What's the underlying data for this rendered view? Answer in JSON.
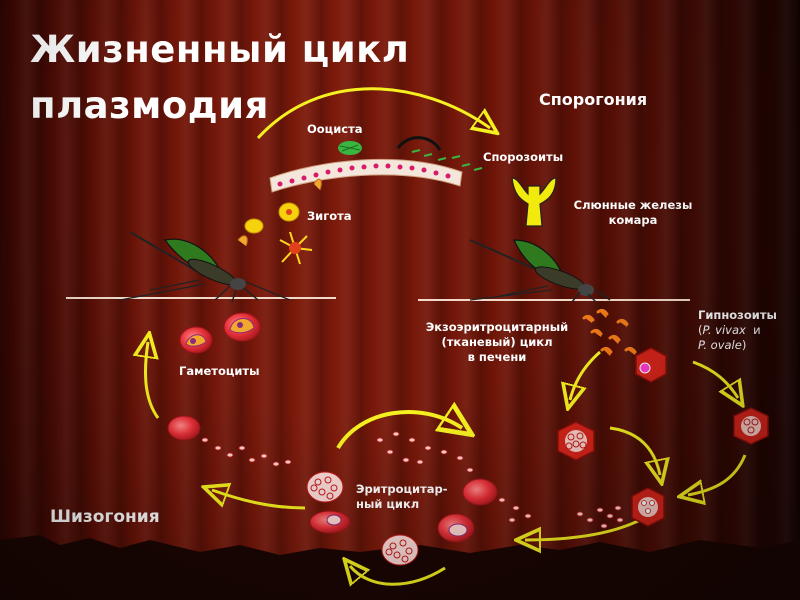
{
  "title": {
    "line1": "Жизненный цикл",
    "line2": "плазмодия"
  },
  "labels": {
    "sporogony": "Спорогония",
    "oocyst": "Ооциста",
    "sporozoites": "Спорозоиты",
    "zygote": "Зигота",
    "salivary_line1": "Слюнные железы",
    "salivary_line2": "комара",
    "exo_line1": "Экзоэритроцитарный",
    "exo_line2": "(тканевый) цикл",
    "exo_line3": "в печени",
    "hypno_line1": "Гипнозоиты",
    "hypno_pv": "P. vivax",
    "hypno_and": "и",
    "hypno_po": "P. ovale",
    "gametocytes": "Гаметоциты",
    "erythro_line1": "Эритроцитар-",
    "erythro_line2": "ный цикл",
    "schizogony": "Шизогония"
  },
  "colors": {
    "arrow": "#f5f020",
    "label_text": "#ffffff",
    "rbc": "#e8323a",
    "hepatocyte": "#d4241a",
    "mosquito_wing": "#2f7a1e",
    "gland": "#f2ea0c"
  },
  "icons": {
    "mosquito_left": "mosquito-icon",
    "mosquito_right": "mosquito-icon",
    "salivary_gland": "salivary-gland-icon",
    "midgut": "midgut-wall-icon"
  }
}
